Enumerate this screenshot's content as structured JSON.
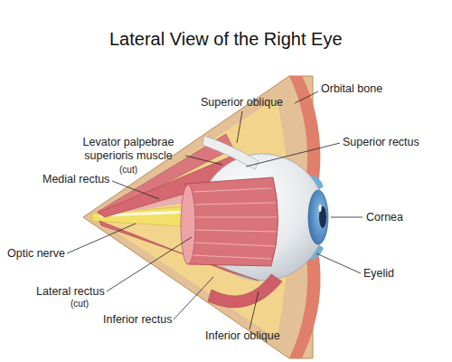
{
  "diagram": {
    "title": "Lateral View of the Right Eye",
    "labels": [
      "Superior oblique",
      "Orbital bone",
      "Levator palpebrae superioris muscle",
      "(cut)",
      "Superior rectus",
      "Medial rectus",
      "Cornea",
      "Optic nerve",
      "Eyelid",
      "Lateral rectus",
      "(cut)",
      "Inferior rectus",
      "Inferior oblique"
    ]
  }
}
